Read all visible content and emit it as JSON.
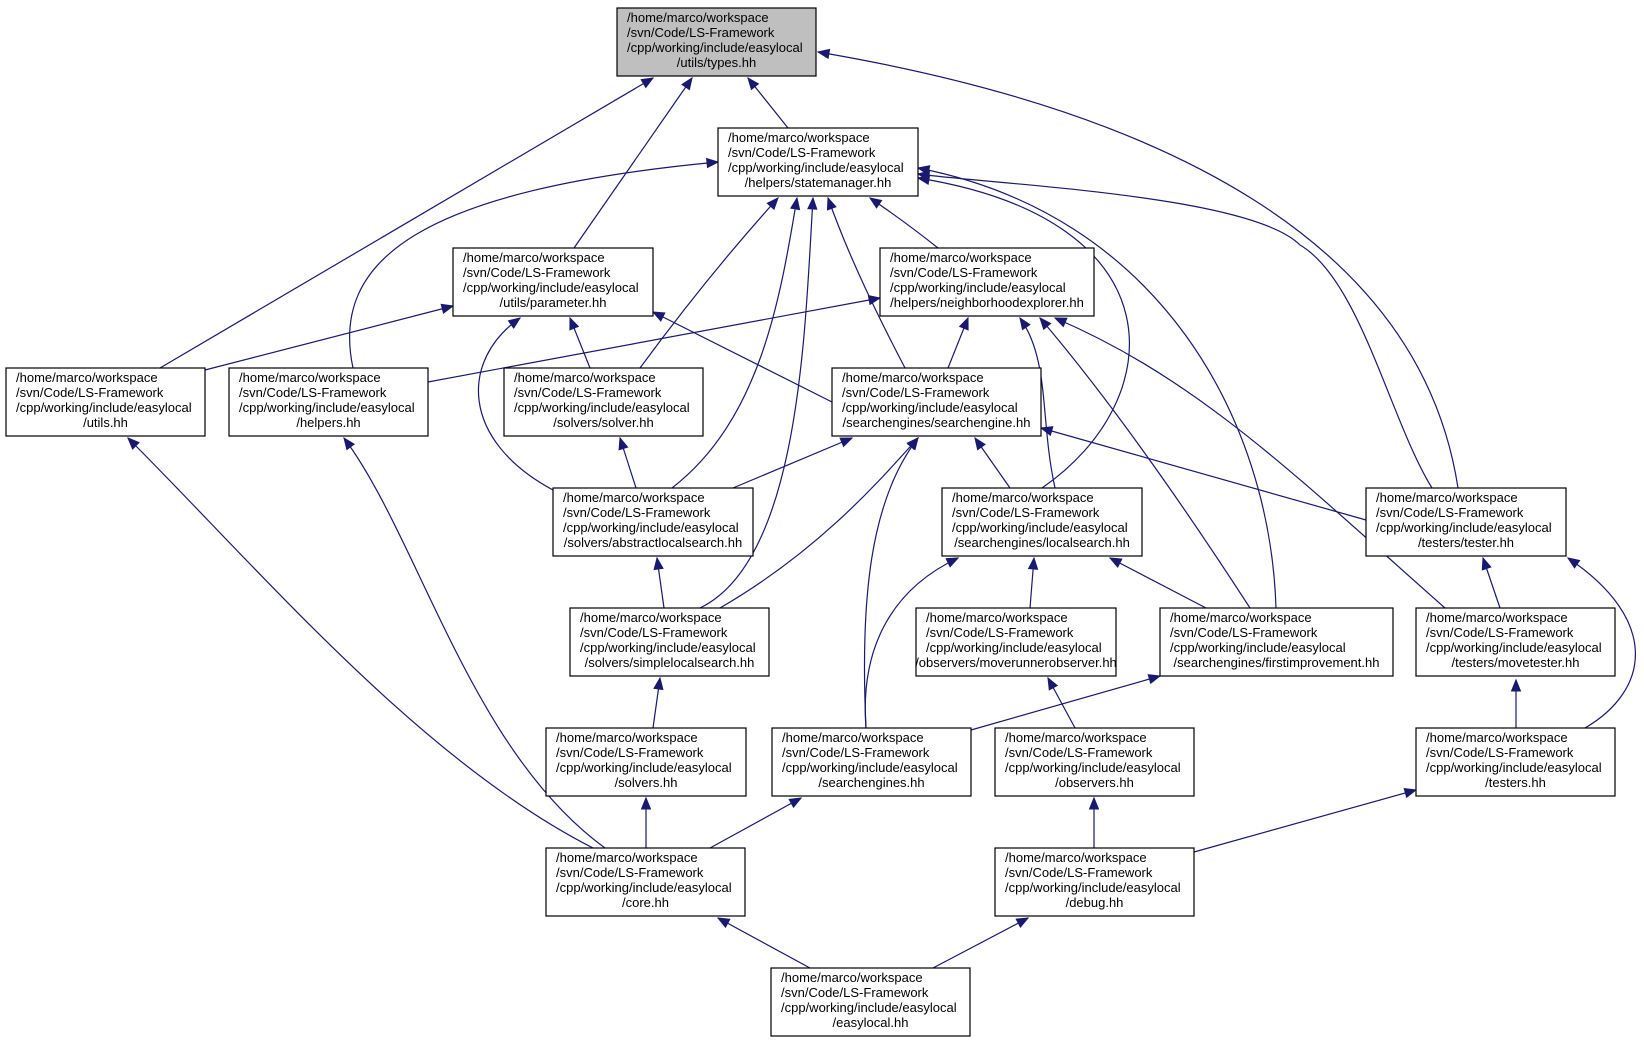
{
  "diagram": {
    "type": "include-dependency-graph",
    "colors": {
      "edge": "#191970",
      "root_fill": "#bfbfbf",
      "node_fill": "#ffffff",
      "border": "#000000"
    },
    "nodes": [
      {
        "id": "types",
        "root": true,
        "lines": [
          "/home/marco/workspace",
          "/svn/Code/LS-Framework",
          "/cpp/working/include/easylocal",
          "/utils/types.hh"
        ]
      },
      {
        "id": "statemanager",
        "lines": [
          "/home/marco/workspace",
          "/svn/Code/LS-Framework",
          "/cpp/working/include/easylocal",
          "/helpers/statemanager.hh"
        ]
      },
      {
        "id": "parameter",
        "lines": [
          "/home/marco/workspace",
          "/svn/Code/LS-Framework",
          "/cpp/working/include/easylocal",
          "/utils/parameter.hh"
        ]
      },
      {
        "id": "neighborhoodexplorer",
        "lines": [
          "/home/marco/workspace",
          "/svn/Code/LS-Framework",
          "/cpp/working/include/easylocal",
          "/helpers/neighborhoodexplorer.hh"
        ]
      },
      {
        "id": "utils",
        "lines": [
          "/home/marco/workspace",
          "/svn/Code/LS-Framework",
          "/cpp/working/include/easylocal",
          "/utils.hh"
        ]
      },
      {
        "id": "helpers",
        "lines": [
          "/home/marco/workspace",
          "/svn/Code/LS-Framework",
          "/cpp/working/include/easylocal",
          "/helpers.hh"
        ]
      },
      {
        "id": "solver",
        "lines": [
          "/home/marco/workspace",
          "/svn/Code/LS-Framework",
          "/cpp/working/include/easylocal",
          "/solvers/solver.hh"
        ]
      },
      {
        "id": "searchengine",
        "lines": [
          "/home/marco/workspace",
          "/svn/Code/LS-Framework",
          "/cpp/working/include/easylocal",
          "/searchengines/searchengine.hh"
        ]
      },
      {
        "id": "abstractlocalsearch",
        "lines": [
          "/home/marco/workspace",
          "/svn/Code/LS-Framework",
          "/cpp/working/include/easylocal",
          "/solvers/abstractlocalsearch.hh"
        ]
      },
      {
        "id": "localsearch",
        "lines": [
          "/home/marco/workspace",
          "/svn/Code/LS-Framework",
          "/cpp/working/include/easylocal",
          "/searchengines/localsearch.hh"
        ]
      },
      {
        "id": "tester",
        "lines": [
          "/home/marco/workspace",
          "/svn/Code/LS-Framework",
          "/cpp/working/include/easylocal",
          "/testers/tester.hh"
        ]
      },
      {
        "id": "simplelocalsearch",
        "lines": [
          "/home/marco/workspace",
          "/svn/Code/LS-Framework",
          "/cpp/working/include/easylocal",
          "/solvers/simplelocalsearch.hh"
        ]
      },
      {
        "id": "moverunnerobserver",
        "lines": [
          "/home/marco/workspace",
          "/svn/Code/LS-Framework",
          "/cpp/working/include/easylocal",
          "/observers/moverunnerobserver.hh"
        ]
      },
      {
        "id": "firstimprovement",
        "lines": [
          "/home/marco/workspace",
          "/svn/Code/LS-Framework",
          "/cpp/working/include/easylocal",
          "/searchengines/firstimprovement.hh"
        ]
      },
      {
        "id": "movetester",
        "lines": [
          "/home/marco/workspace",
          "/svn/Code/LS-Framework",
          "/cpp/working/include/easylocal",
          "/testers/movetester.hh"
        ]
      },
      {
        "id": "solvers",
        "lines": [
          "/home/marco/workspace",
          "/svn/Code/LS-Framework",
          "/cpp/working/include/easylocal",
          "/solvers.hh"
        ]
      },
      {
        "id": "searchengines",
        "lines": [
          "/home/marco/workspace",
          "/svn/Code/LS-Framework",
          "/cpp/working/include/easylocal",
          "/searchengines.hh"
        ]
      },
      {
        "id": "observers",
        "lines": [
          "/home/marco/workspace",
          "/svn/Code/LS-Framework",
          "/cpp/working/include/easylocal",
          "/observers.hh"
        ]
      },
      {
        "id": "testers",
        "lines": [
          "/home/marco/workspace",
          "/svn/Code/LS-Framework",
          "/cpp/working/include/easylocal",
          "/testers.hh"
        ]
      },
      {
        "id": "core",
        "lines": [
          "/home/marco/workspace",
          "/svn/Code/LS-Framework",
          "/cpp/working/include/easylocal",
          "/core.hh"
        ]
      },
      {
        "id": "debug",
        "lines": [
          "/home/marco/workspace",
          "/svn/Code/LS-Framework",
          "/cpp/working/include/easylocal",
          "/debug.hh"
        ]
      },
      {
        "id": "easylocal",
        "lines": [
          "/home/marco/workspace",
          "/svn/Code/LS-Framework",
          "/cpp/working/include/easylocal",
          "/easylocal.hh"
        ]
      }
    ],
    "edges": [
      {
        "from": "utils",
        "to": "types"
      },
      {
        "from": "parameter",
        "to": "types"
      },
      {
        "from": "statemanager",
        "to": "types"
      },
      {
        "from": "tester",
        "to": "types"
      },
      {
        "from": "helpers",
        "to": "statemanager"
      },
      {
        "from": "solver",
        "to": "statemanager"
      },
      {
        "from": "abstractlocalsearch",
        "to": "statemanager"
      },
      {
        "from": "simplelocalsearch",
        "to": "statemanager"
      },
      {
        "from": "searchengine",
        "to": "statemanager"
      },
      {
        "from": "neighborhoodexplorer",
        "to": "statemanager"
      },
      {
        "from": "localsearch",
        "to": "statemanager"
      },
      {
        "from": "firstimprovement",
        "to": "statemanager"
      },
      {
        "from": "tester",
        "to": "statemanager"
      },
      {
        "from": "utils",
        "to": "parameter"
      },
      {
        "from": "solver",
        "to": "parameter"
      },
      {
        "from": "abstractlocalsearch",
        "to": "parameter"
      },
      {
        "from": "searchengine",
        "to": "parameter"
      },
      {
        "from": "helpers",
        "to": "neighborhoodexplorer"
      },
      {
        "from": "searchengine",
        "to": "neighborhoodexplorer"
      },
      {
        "from": "localsearch",
        "to": "neighborhoodexplorer"
      },
      {
        "from": "firstimprovement",
        "to": "neighborhoodexplorer"
      },
      {
        "from": "movetester",
        "to": "neighborhoodexplorer"
      },
      {
        "from": "core",
        "to": "utils"
      },
      {
        "from": "core",
        "to": "helpers"
      },
      {
        "from": "abstractlocalsearch",
        "to": "solver"
      },
      {
        "from": "abstractlocalsearch",
        "to": "searchengine"
      },
      {
        "from": "simplelocalsearch",
        "to": "searchengine"
      },
      {
        "from": "searchengines",
        "to": "searchengine"
      },
      {
        "from": "localsearch",
        "to": "searchengine"
      },
      {
        "from": "tester",
        "to": "searchengine"
      },
      {
        "from": "simplelocalsearch",
        "to": "abstractlocalsearch"
      },
      {
        "from": "searchengines",
        "to": "localsearch"
      },
      {
        "from": "moverunnerobserver",
        "to": "localsearch"
      },
      {
        "from": "firstimprovement",
        "to": "localsearch"
      },
      {
        "from": "movetester",
        "to": "tester"
      },
      {
        "from": "testers",
        "to": "tester"
      },
      {
        "from": "solvers",
        "to": "simplelocalsearch"
      },
      {
        "from": "observers",
        "to": "moverunnerobserver"
      },
      {
        "from": "searchengines",
        "to": "firstimprovement"
      },
      {
        "from": "testers",
        "to": "movetester"
      },
      {
        "from": "core",
        "to": "solvers"
      },
      {
        "from": "core",
        "to": "searchengines"
      },
      {
        "from": "debug",
        "to": "observers"
      },
      {
        "from": "debug",
        "to": "testers"
      },
      {
        "from": "easylocal",
        "to": "core"
      },
      {
        "from": "easylocal",
        "to": "debug"
      }
    ]
  }
}
